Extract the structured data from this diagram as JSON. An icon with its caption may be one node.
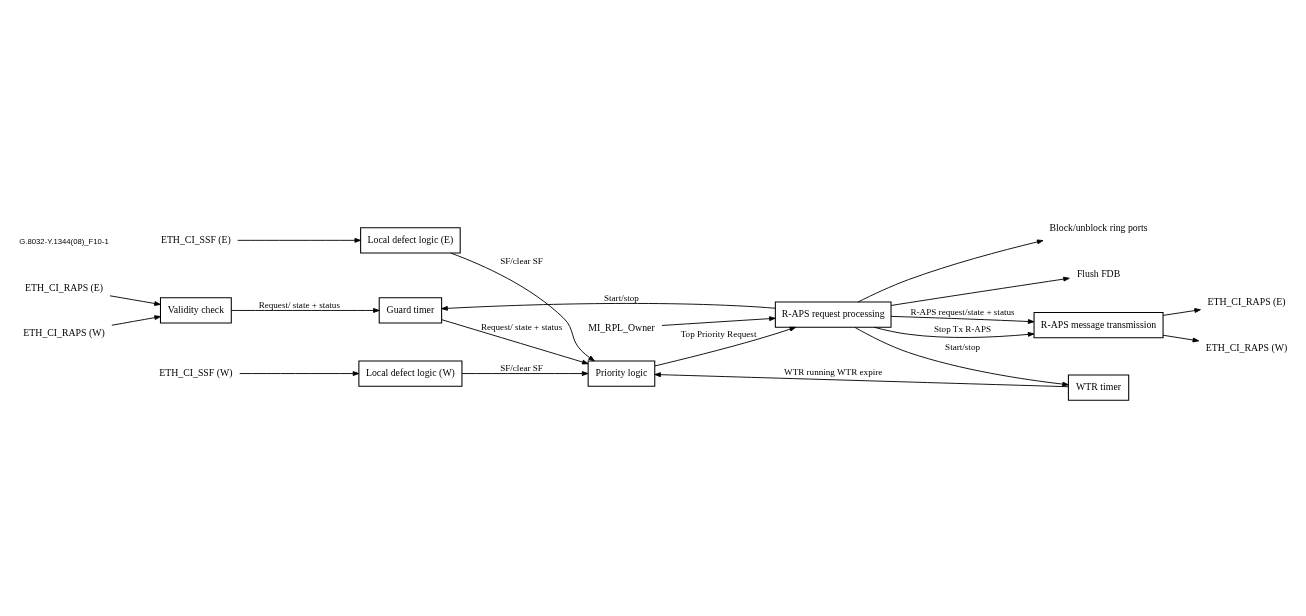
{
  "diagram": {
    "nodes": [
      {
        "text": [
          "Validity check"
        ]
      },
      {
        "text": [
          "Guard timer"
        ]
      },
      {
        "text": [
          "Priority logic"
        ]
      },
      {
        "text": [
          "Local defect logic (E)"
        ]
      },
      {
        "text": [
          "Local defect logic (W)"
        ]
      },
      {
        "text": [
          "WTR timer"
        ]
      },
      {
        "text": [
          "R-APS request processing"
        ]
      },
      {
        "text": [
          "R-APS message transmission"
        ]
      },
      {
        "text": [
          "ETH_CI_RAPS (E)"
        ]
      },
      {
        "text": [
          "ETH_CI_RAPS (W)"
        ]
      },
      {
        "text": [
          "ETH_CI_SSF (E)"
        ]
      },
      {
        "text": [
          "ETH_CI_SSF (W)"
        ]
      },
      {
        "text": [
          "MI_RPL_Owner"
        ]
      },
      {
        "text": [
          "ETH_CI_RAPS (E)"
        ]
      },
      {
        "text": [
          "ETH_CI_RAPS (W)"
        ]
      },
      {
        "text": [
          "Block/unblock ring ports"
        ]
      },
      {
        "text": [
          "Flush FDB"
        ]
      }
    ],
    "edges": [
      {
        "from": 8,
        "to": 0,
        "arrow": "to"
      },
      {
        "from": 9,
        "to": 0,
        "arrow": "to"
      },
      {
        "from": 0,
        "to": 1,
        "arrow": "to",
        "label": "Request/ state + status"
      },
      {
        "from": 1,
        "to": 2,
        "arrow": "to",
        "label": "Request/ state + status"
      },
      {
        "from": 10,
        "to": 3,
        "arrow": "to"
      },
      {
        "from": 11,
        "to": 4,
        "arrow": "to"
      },
      {
        "from": 3,
        "to": 2,
        "arrow": "to",
        "label": "SF/clear SF"
      },
      {
        "from": 4,
        "to": 2,
        "arrow": "to",
        "label": "SF/clear SF"
      },
      {
        "from": 5,
        "to": 2,
        "arrow": "to",
        "label": "WTR running WTR expire"
      },
      {
        "from": 2,
        "to": 6,
        "arrow": "to",
        "label": "Top Priority Request"
      },
      {
        "from": 6,
        "to": 1,
        "arrow": "to",
        "label": "Start/stop"
      },
      {
        "from": 6,
        "to": 5,
        "arrow": "to",
        "label": "Start/stop"
      },
      {
        "from": 6,
        "to": 7,
        "arrow": "to",
        "label": "R-APS request/state + status"
      },
      {
        "from": 6,
        "to": 7,
        "arrow": "to",
        "label": "Stop Tx R-APS"
      },
      {
        "from": 12,
        "to": 6,
        "arrow": "to"
      },
      {
        "from": 7,
        "to": 13,
        "arrow": "to"
      },
      {
        "from": 7,
        "to": 14,
        "arrow": "to"
      },
      {
        "from": 6,
        "to": 15,
        "arrow": "to"
      },
      {
        "from": 6,
        "to": 16,
        "arrow": "to"
      }
    ],
    "labels": [
      "G.8032-Y.1344(08)_F10-1"
    ]
  }
}
